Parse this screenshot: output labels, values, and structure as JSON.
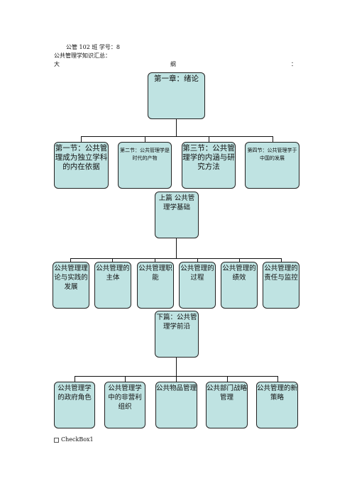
{
  "header": {
    "line1": "公管 102 班  学号：8",
    "line2": "公共管理学知识汇总：",
    "line3_left": "大",
    "line3_mid": "纲",
    "line3_right": "："
  },
  "chart": {
    "root": "第一章：绪论",
    "sections": [
      "第一节：公共管理成为独立学科的内在依据",
      "第二节：公共管理学是时代的产物",
      "第三节：公共管理学的内涵与研究方法",
      "第四节：公共管理学于中国的发展"
    ],
    "part1": "上篇  公共管理学基础",
    "part1_items": [
      "公共管理理论与实践的发展",
      "公共管理的主体",
      "公共管理职能",
      "公共管理的过程",
      "公共管理的绩效",
      "公共管理的责任与监控"
    ],
    "part2": "下篇：公共管理学前沿",
    "part2_items": [
      "公共管理学的政府角色",
      "公共管理学中的非营利组织",
      "公共物品管理",
      "公共部门战略管理",
      "公共管理的新策略"
    ]
  },
  "checkbox": {
    "label": "CheckBox1"
  }
}
